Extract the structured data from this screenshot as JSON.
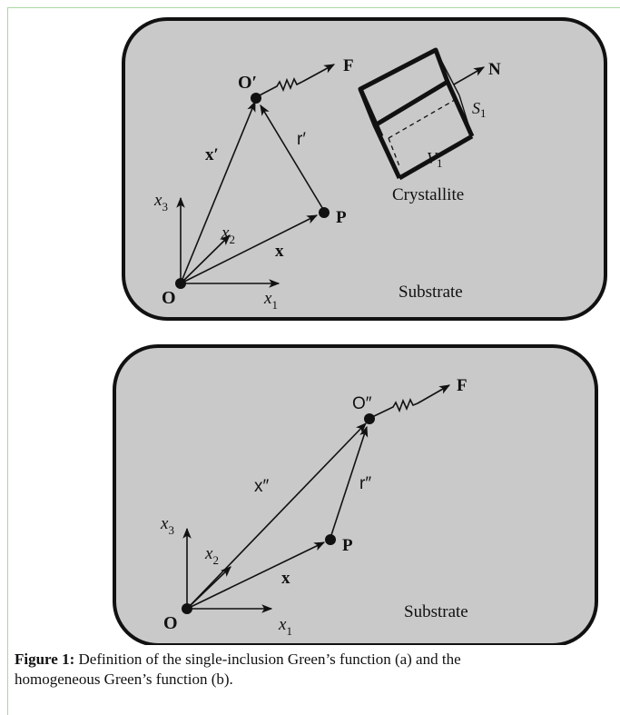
{
  "panel_a": {
    "origin_label": "O",
    "source_point_label": "O′",
    "field_point_label": "P",
    "force_label": "F",
    "normal_label": "N",
    "surface_label": "S",
    "surface_sub": "1",
    "volume_label": "V",
    "volume_sub": "1",
    "crystallite_label": "Crystallite",
    "substrate_label": "Substrate",
    "vec_x_prime": "x′",
    "vec_r_prime": "r′",
    "vec_x": "x",
    "axis_x1": "x",
    "axis_x1_sub": "1",
    "axis_x2": "x",
    "axis_x2_sub": "2",
    "axis_x3": "x",
    "axis_x3_sub": "3"
  },
  "panel_b": {
    "origin_label": "O",
    "source_point_label": "O″",
    "field_point_label": "P",
    "force_label": "F",
    "substrate_label": "Substrate",
    "vec_x_dprime": "x″",
    "vec_r_dprime": "r″",
    "vec_x": "x",
    "axis_x1": "x",
    "axis_x1_sub": "1",
    "axis_x2": "x",
    "axis_x2_sub": "2",
    "axis_x3": "x",
    "axis_x3_sub": "3"
  },
  "caption": {
    "figure_label": "Figure 1:",
    "text_line1": " Definition of the single-inclusion Green’s function (a) and the",
    "text_line2": "homogeneous Green’s function (b)."
  },
  "colors": {
    "panel_fill": "#c9c9c9",
    "stroke": "#111111",
    "frame_accent": "#a9d6a3"
  }
}
